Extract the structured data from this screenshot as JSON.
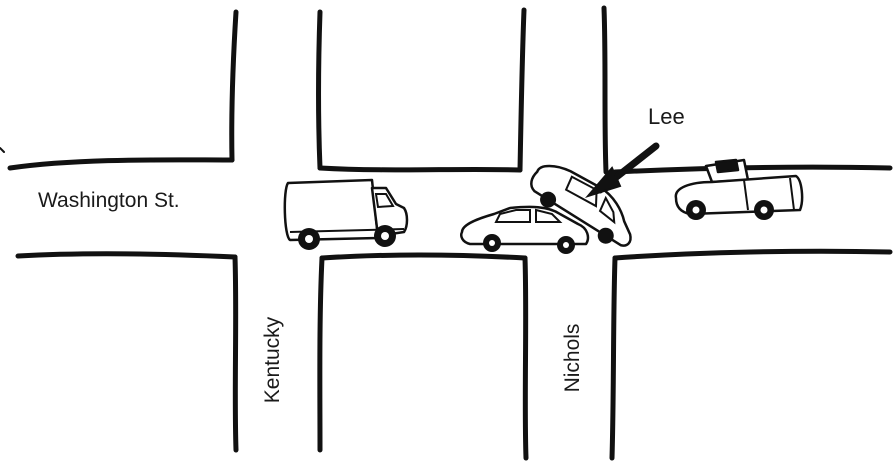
{
  "streets": {
    "washington": "Washington St.",
    "kentucky": "Kentucky",
    "nichols": "Nichols"
  },
  "labels": {
    "lee": "Lee"
  },
  "vehicles": [
    "box-truck",
    "car-sedan",
    "car-tilted",
    "pickup-truck"
  ],
  "icons": [
    "arrow-icon"
  ],
  "colors": {
    "ink": "#111111",
    "background": "#ffffff"
  }
}
